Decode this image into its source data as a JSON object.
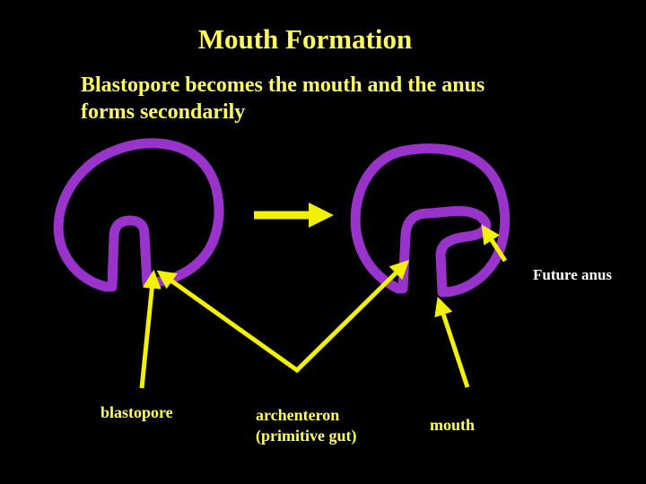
{
  "slide": {
    "title": "Mouth Formation",
    "subtitle_line1": "Blastopore becomes the mouth and the anus",
    "subtitle_line2": "forms secondarily",
    "labels": {
      "future_anus": "Future anus",
      "blastopore": "blastopore",
      "archenteron_line1": "archenteron",
      "archenteron_line2": "(primitive gut)",
      "mouth": "mouth"
    },
    "colors": {
      "background": "#000000",
      "text_yellow": "#FFFF5E",
      "text_white": "#FFFFFF",
      "shape_purple": "#9933CC",
      "arrow_yellow": "#F2F200"
    }
  }
}
